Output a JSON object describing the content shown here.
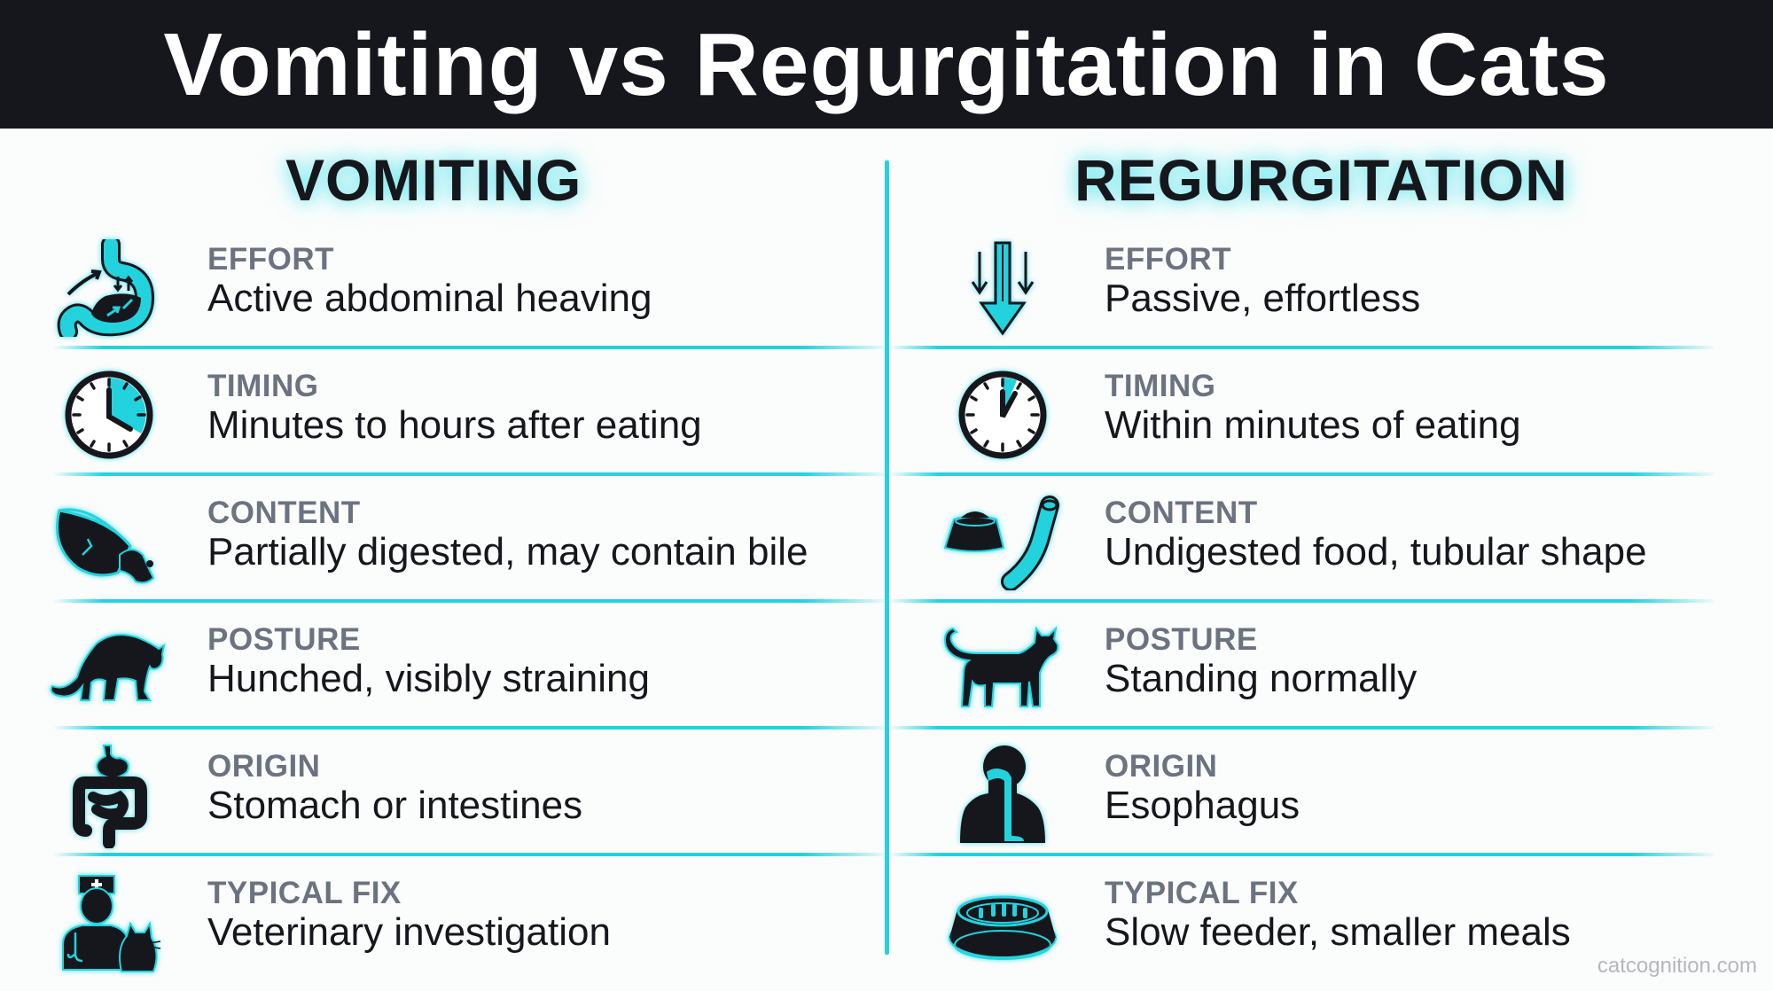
{
  "title": "Vomiting vs Regurgitation in Cats",
  "colors": {
    "accent": "#22d3de",
    "dark": "#15171c",
    "label_gray": "#6b7280",
    "footer_gray": "#b4b8bd"
  },
  "columns": [
    {
      "heading": "VOMITING",
      "rows": [
        {
          "label": "EFFORT",
          "value": "Active abdominal heaving",
          "icon": "stomach-heaving-icon"
        },
        {
          "label": "TIMING",
          "value": "Minutes to hours after eating",
          "icon": "clock-hours-icon"
        },
        {
          "label": "CONTENT",
          "value": "Partially digested, may contain bile",
          "icon": "spilled-bowl-icon"
        },
        {
          "label": "POSTURE",
          "value": "Hunched, visibly straining",
          "icon": "hunched-cat-icon"
        },
        {
          "label": "ORIGIN",
          "value": "Stomach or intestines",
          "icon": "digestive-tract-icon"
        },
        {
          "label": "TYPICAL FIX",
          "value": "Veterinary investigation",
          "icon": "vet-with-cat-icon"
        }
      ]
    },
    {
      "heading": "REGURGITATION",
      "rows": [
        {
          "label": "EFFORT",
          "value": "Passive, effortless",
          "icon": "down-arrows-icon"
        },
        {
          "label": "TIMING",
          "value": "Within minutes of eating",
          "icon": "clock-minutes-icon"
        },
        {
          "label": "CONTENT",
          "value": "Undigested food, tubular shape",
          "icon": "bowl-and-tube-icon"
        },
        {
          "label": "POSTURE",
          "value": "Standing normally",
          "icon": "standing-cat-icon"
        },
        {
          "label": "ORIGIN",
          "value": "Esophagus",
          "icon": "esophagus-icon"
        },
        {
          "label": "TYPICAL FIX",
          "value": "Slow feeder, smaller meals",
          "icon": "slow-feeder-bowl-icon"
        }
      ]
    }
  ],
  "footer": "catcognition.com"
}
